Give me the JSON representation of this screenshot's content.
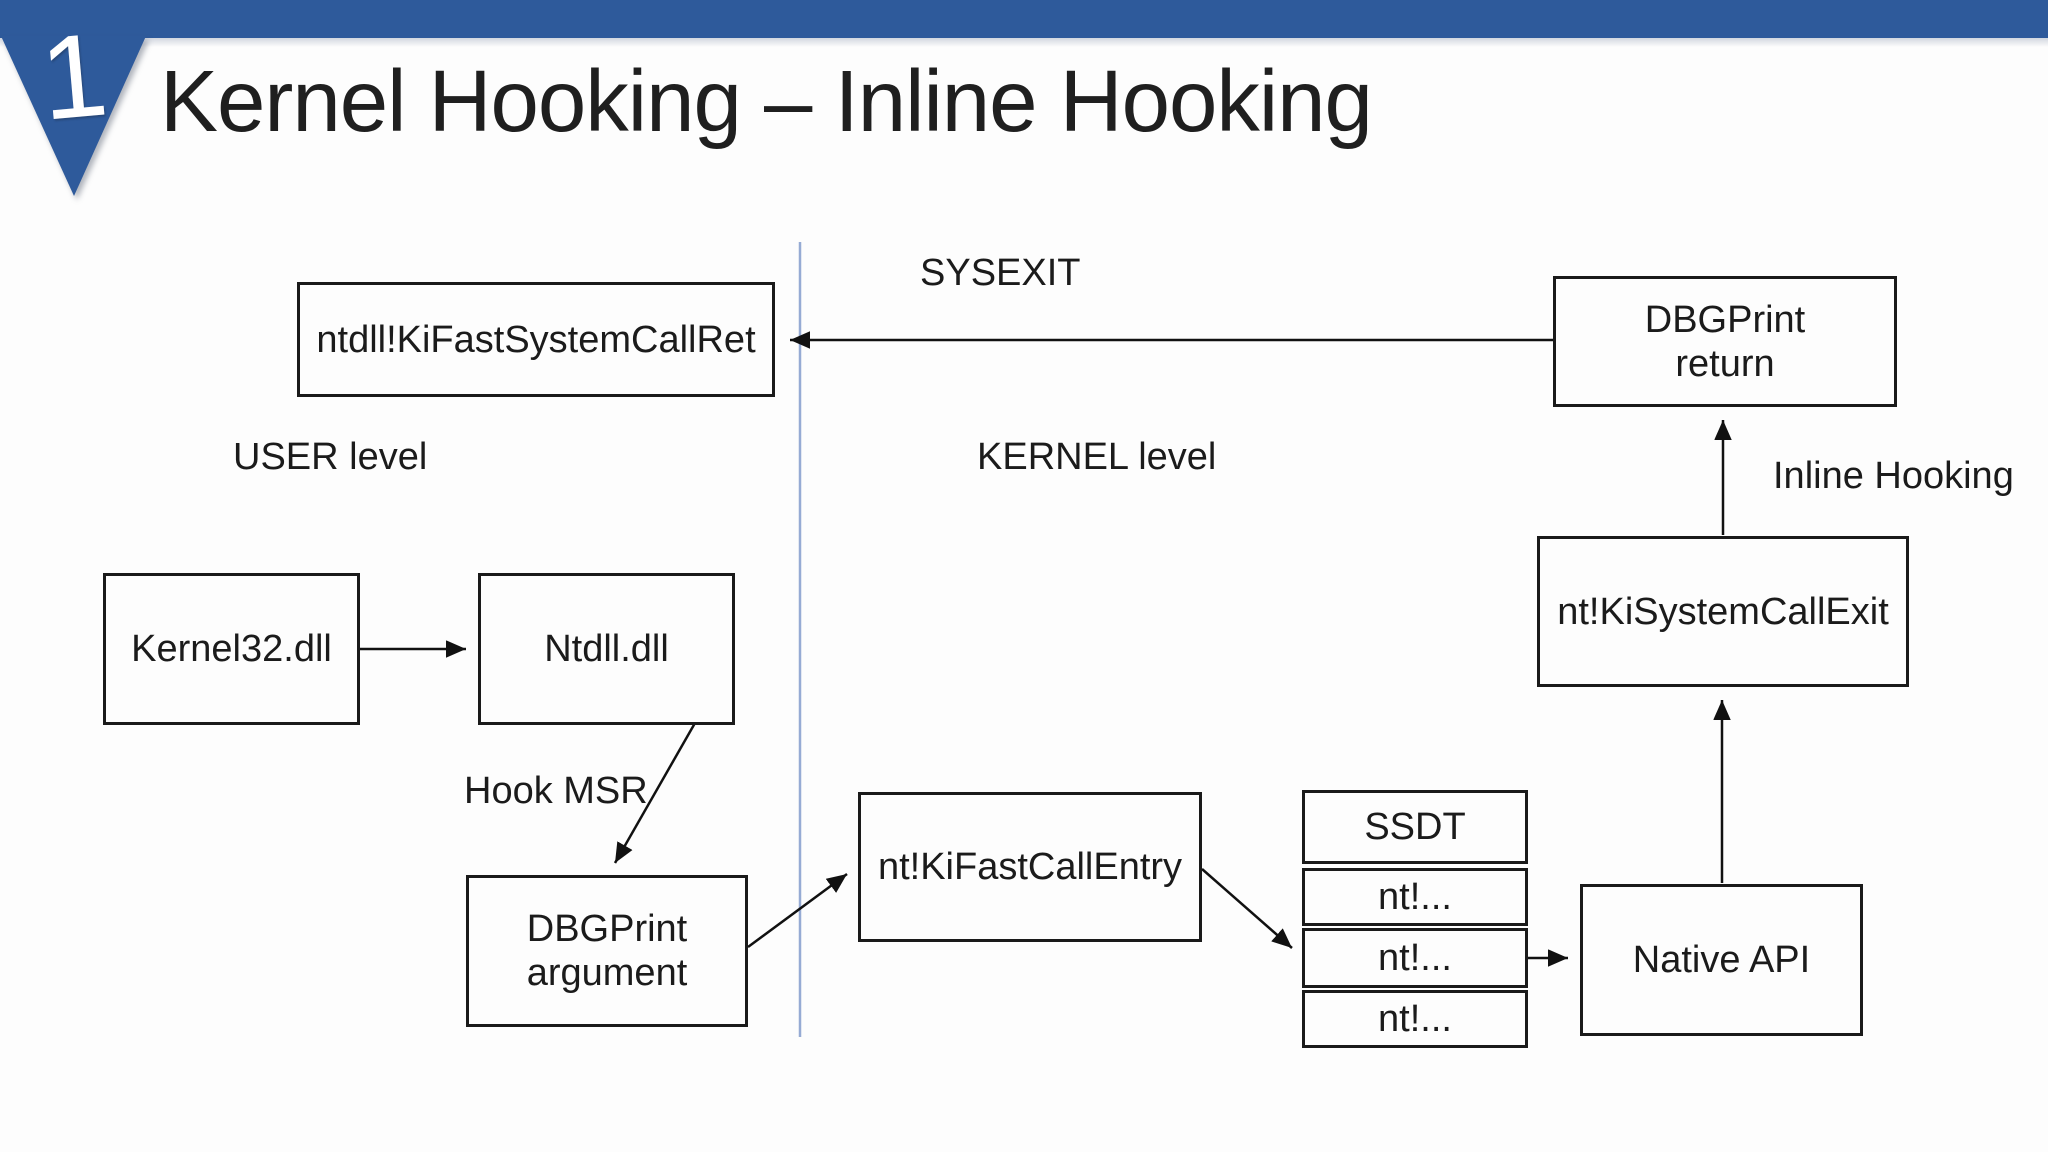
{
  "slide": {
    "badge_number": "1",
    "title": "Kernel Hooking – Inline Hooking"
  },
  "labels": {
    "sysexit": "SYSEXIT",
    "user_level": "USER level",
    "kernel_level": "KERNEL level",
    "inline_hooking": "Inline Hooking",
    "hook_msr": "Hook MSR"
  },
  "boxes": {
    "ki_fast_system_call_ret": "ntdll!KiFastSystemCallRet",
    "dbgprint_return": {
      "line1": "DBGPrint",
      "line2": "return"
    },
    "kernel32_dll": "Kernel32.dll",
    "ntdll_dll": "Ntdll.dll",
    "dbgprint_argument": {
      "line1": "DBGPrint",
      "line2": "argument"
    },
    "ki_fast_call_entry": "nt!KiFastCallEntry",
    "ssdt": {
      "header": "SSDT",
      "rows": [
        "nt!...",
        "nt!...",
        "nt!..."
      ]
    },
    "native_api": "Native API",
    "ki_system_call_exit": "nt!KiSystemCallExit"
  },
  "colors": {
    "header_bar": "#2e5a9b",
    "banner_triangle": "#2e5a9b",
    "badge_text": "#ffffff",
    "divider_line": "#96abd4",
    "box_border": "#1a1a1a",
    "arrow": "#111111",
    "text": "#1b1b1b",
    "background": "#fdfdfd"
  }
}
